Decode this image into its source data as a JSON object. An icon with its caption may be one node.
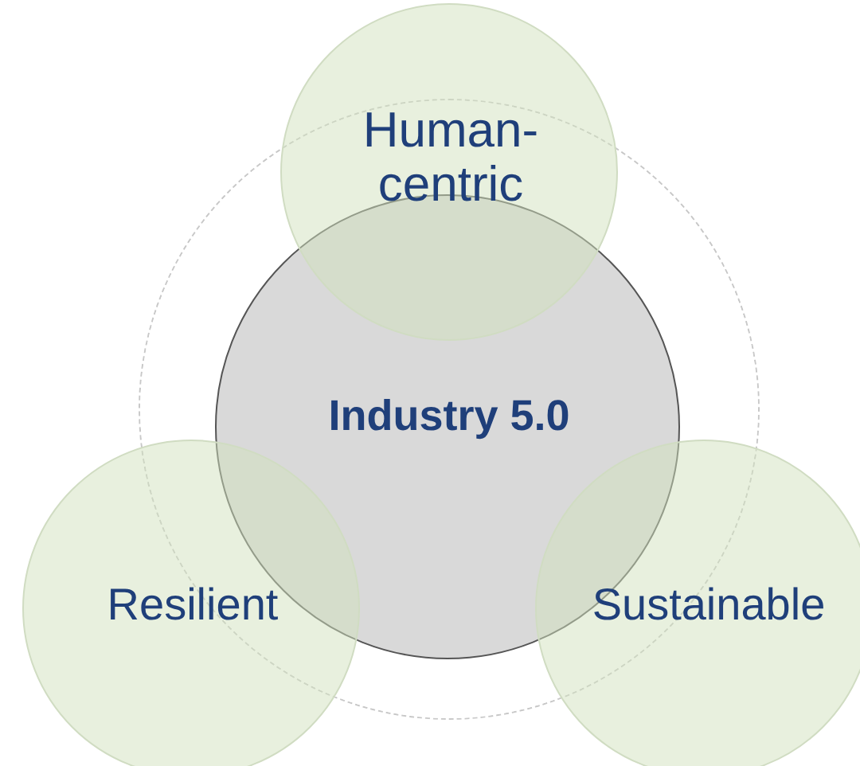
{
  "diagram": {
    "nodes": [
      {
        "text": [
          "Human-centric"
        ]
      },
      {
        "text": [
          "Industry 5.0"
        ]
      },
      {
        "text": [
          "Resilient"
        ]
      },
      {
        "text": [
          "Sustainable"
        ]
      }
    ]
  }
}
